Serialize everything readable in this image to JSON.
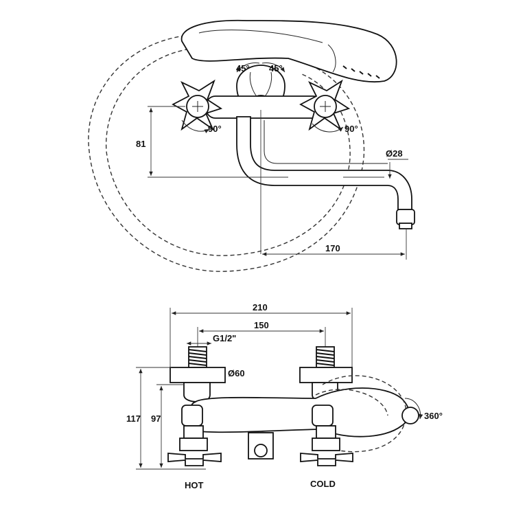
{
  "top_view": {
    "angle_left": "45°",
    "angle_right": "45°",
    "rotation_left": "90°",
    "rotation_right": "90°",
    "height_dim": "81",
    "spout_diameter": "Ø28",
    "spout_length": "170"
  },
  "front_view": {
    "overall_width": "210",
    "center_distance": "150",
    "thread": "G1/2\"",
    "flange_diameter": "Ø60",
    "total_height": "117",
    "center_height": "97",
    "swivel": "360°",
    "hot_label": "HOT",
    "cold_label": "COLD"
  }
}
